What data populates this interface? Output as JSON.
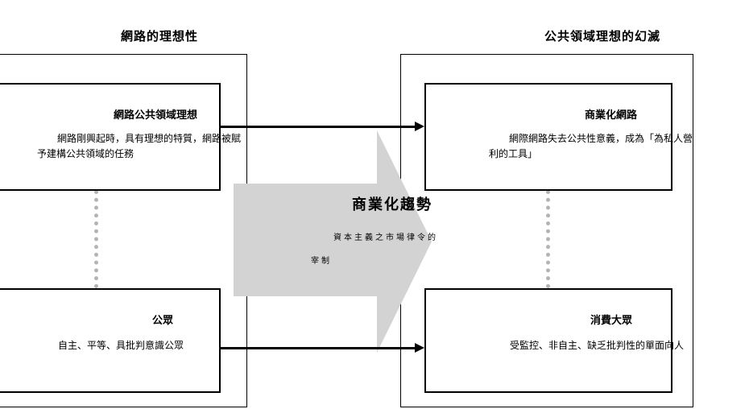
{
  "left_panel": {
    "title": "網路的理想性",
    "top_node": {
      "title": "網路公共領域理想",
      "line1": "網路剛興起時，具有理想的特質，網路被賦",
      "line2": "予建構公共領域的任務"
    },
    "bottom_node": {
      "title": "公眾",
      "text": "自主、平等、具批判意識公眾"
    }
  },
  "right_panel": {
    "title": "公共領域理想的幻滅",
    "top_node": {
      "title": "商業化網路",
      "line1": "網際網路失去公共性意義，成為「為私人營",
      "line2": "利的工具」"
    },
    "bottom_node": {
      "title": "消費大眾",
      "text": "受監控、非自主、缺乏批判性的單面向人"
    }
  },
  "trend": {
    "title": "商業化趨勢",
    "line1": "資本主義之市場律令的",
    "line2": "宰制"
  },
  "colors": {
    "big_arrow_fill": "#d3d3d3",
    "dotted_link": "#b4b4b4",
    "line": "#000000"
  }
}
